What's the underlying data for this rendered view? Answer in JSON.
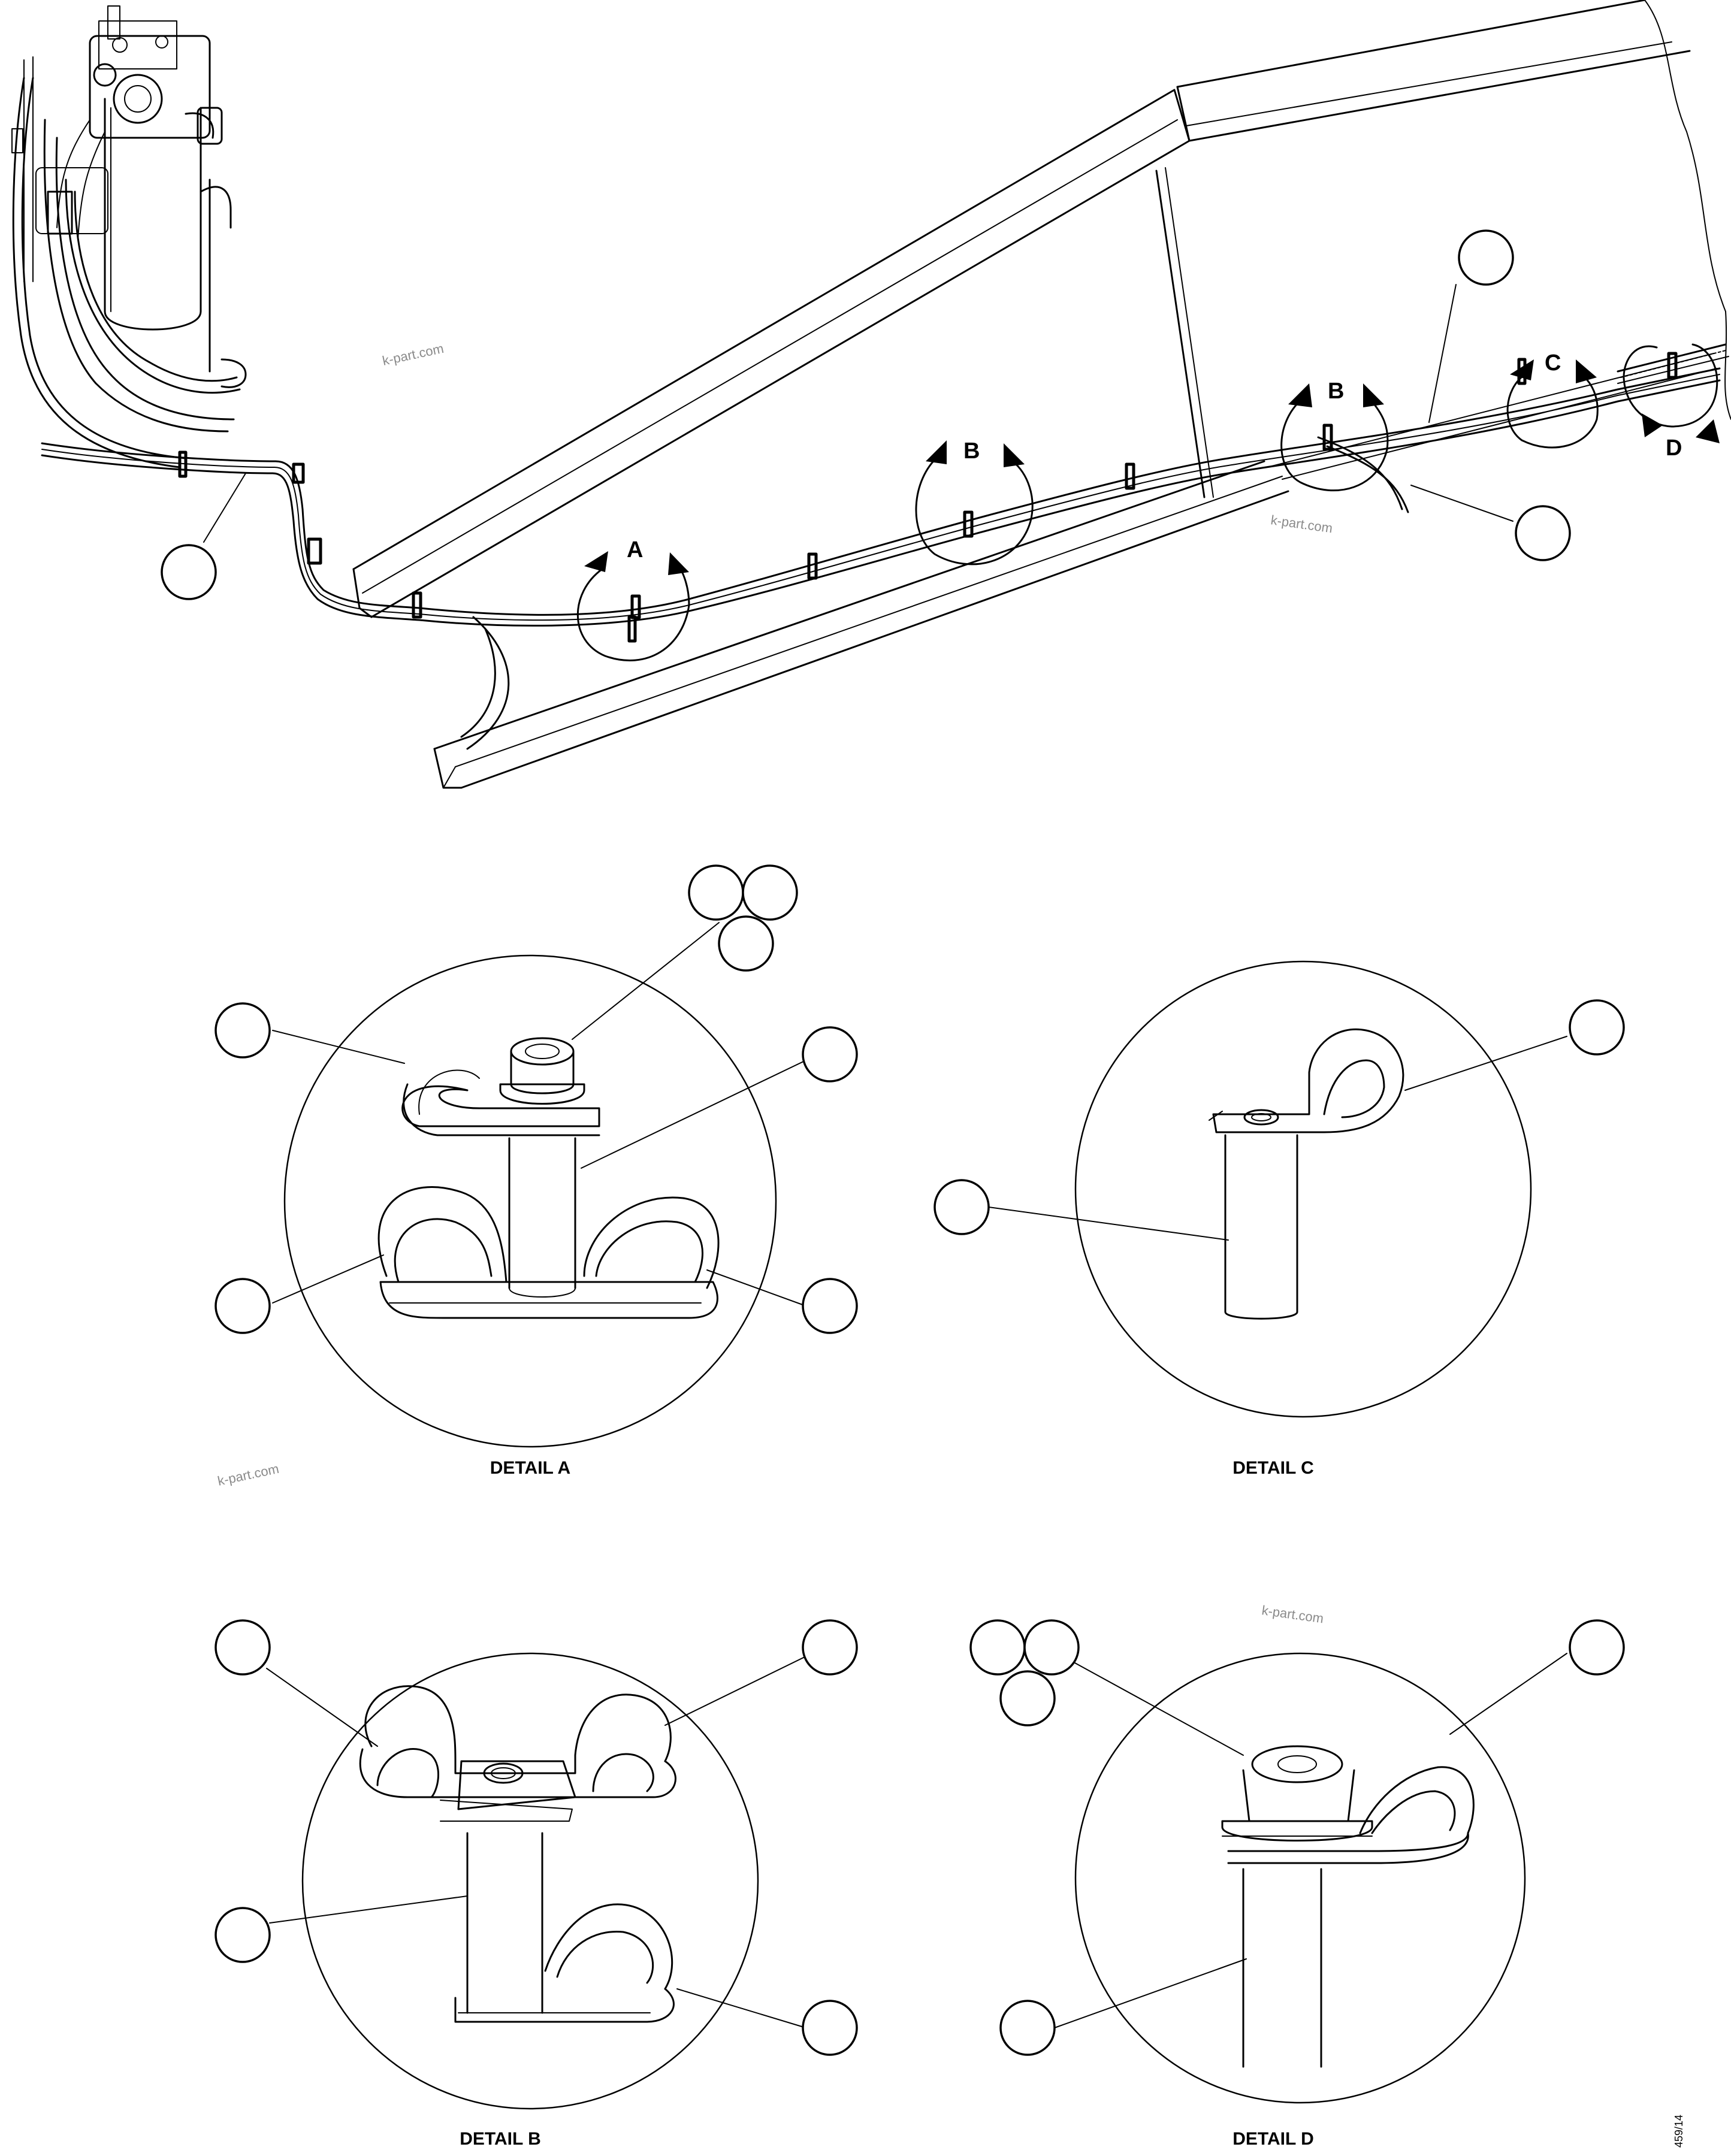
{
  "watermark": "k-part.com",
  "views": {
    "A": "A",
    "B": "B",
    "C": "C",
    "D": "D"
  },
  "details": {
    "a": "DETAIL A",
    "b": "DETAIL B",
    "c": "DETAIL C",
    "d": "DETAIL D"
  },
  "drawing_number": "459/14",
  "callout_bubbles": "empty item-number circles (no numbers printed)"
}
